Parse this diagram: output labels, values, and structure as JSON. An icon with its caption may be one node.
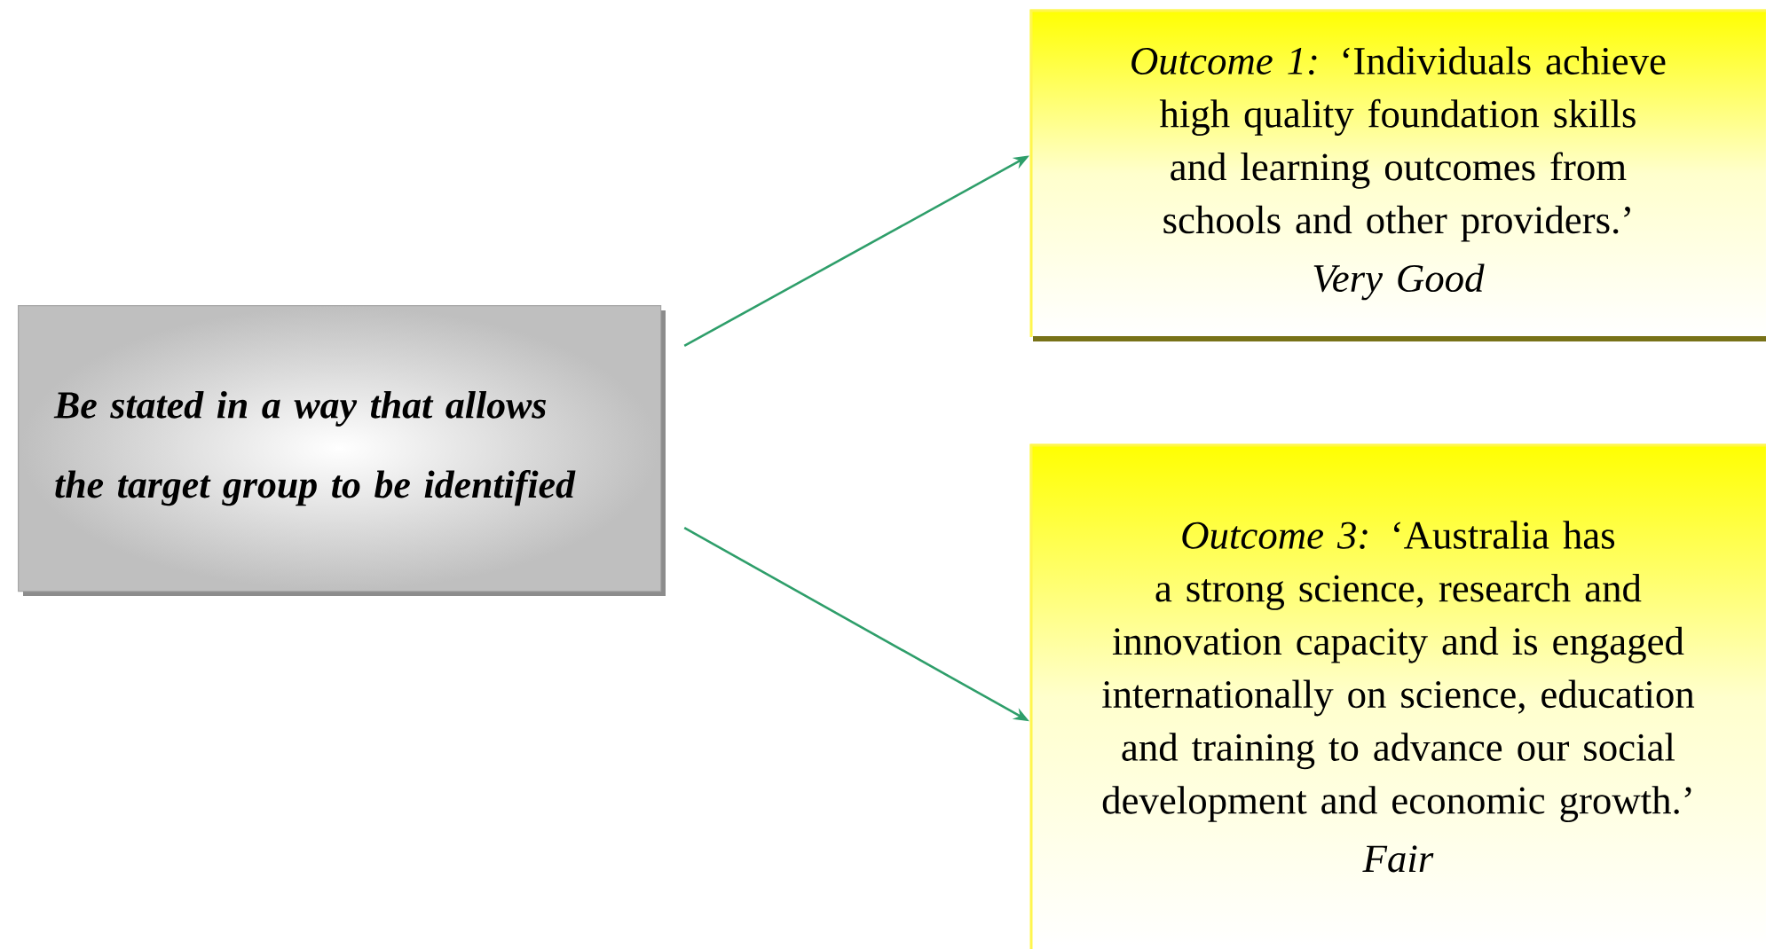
{
  "diagram": {
    "nodes": [
      {
        "text": [
          "Be stated in a way that allows the target group to be identified"
        ]
      },
      {
        "text": [
          "*Outcome 1:* ‘Individuals achieve high quality foundation skills and learning outcomes from schools and other providers.’",
          "Very Good"
        ]
      },
      {
        "text": [
          "*Outcome 3:*  ‘Australia has a strong science, research and innovation capacity and is engaged internationally on science, education and training to advance our social development and economic growth.’",
          "Fair"
        ]
      }
    ],
    "edges": [
      {
        "from": 0,
        "to": 1,
        "arrow": "to"
      },
      {
        "from": 0,
        "to": 2,
        "arrow": "to"
      }
    ]
  }
}
